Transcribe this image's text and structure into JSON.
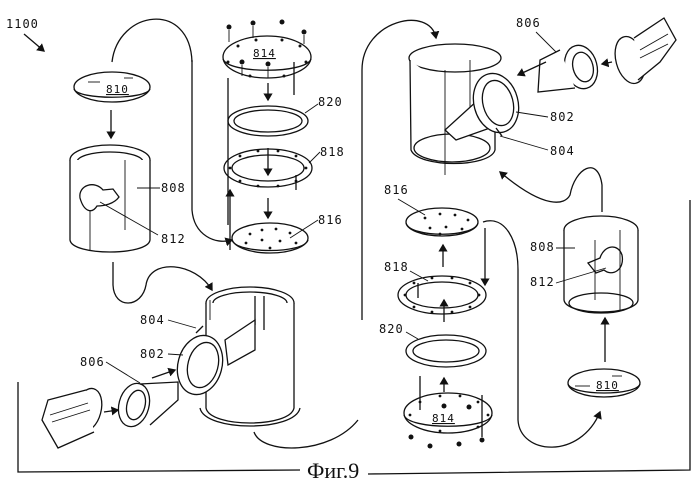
{
  "figure": {
    "caption": "Фиг.9",
    "assembly_ref": "1100"
  },
  "labels": {
    "left_lid_top": "810",
    "left_sleeve": "808",
    "left_sleeve_slot": "812",
    "center_top_plate": "814",
    "center_gasket": "820",
    "center_flange_ring": "818",
    "center_perforated_disc": "816",
    "left_housing_flange": "802",
    "left_housing_boss": "804",
    "left_nozzle": "806",
    "right_nozzle": "806",
    "right_housing_flange": "802",
    "right_housing_boss": "804",
    "right_perforated_disc": "816",
    "right_flange_ring": "818",
    "right_gasket": "820",
    "right_bottom_plate": "814",
    "right_sleeve": "808",
    "right_sleeve_slot": "812",
    "right_lid_bottom": "810"
  }
}
